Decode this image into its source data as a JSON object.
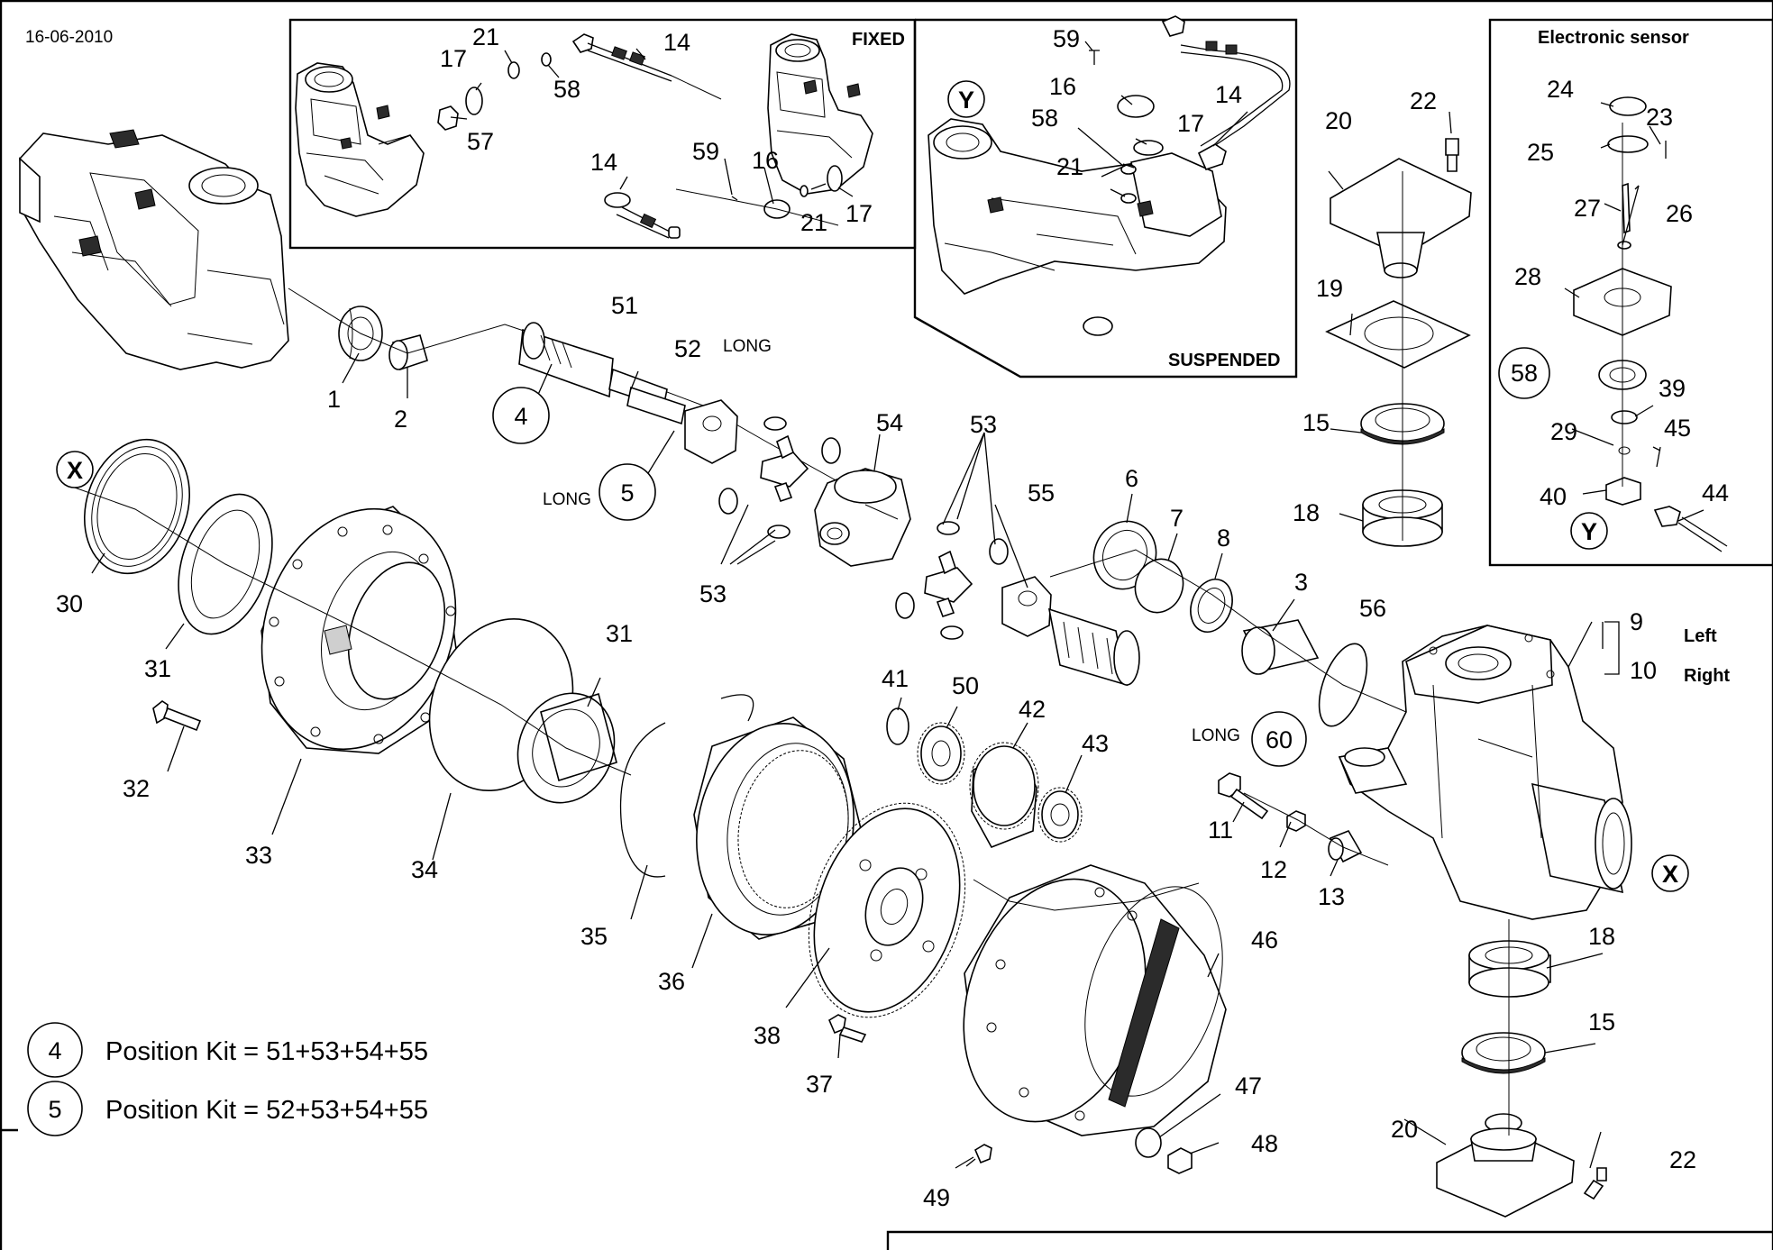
{
  "date": "16-06-2010",
  "boxes": {
    "fixed": "FIXED",
    "suspended": "SUSPENDED",
    "electronic_sensor": "Electronic sensor"
  },
  "markers": {
    "x": "X",
    "y": "Y"
  },
  "side_labels": {
    "left": "Left",
    "right": "Right"
  },
  "variant_tag": "LONG",
  "callouts": [
    "1",
    "2",
    "3",
    "4",
    "5",
    "6",
    "7",
    "8",
    "9",
    "10",
    "11",
    "12",
    "13",
    "14",
    "15",
    "16",
    "17",
    "18",
    "19",
    "20",
    "21",
    "22",
    "23",
    "24",
    "25",
    "26",
    "27",
    "28",
    "29",
    "30",
    "31",
    "32",
    "33",
    "34",
    "35",
    "36",
    "37",
    "38",
    "39",
    "40",
    "41",
    "42",
    "43",
    "44",
    "45",
    "46",
    "47",
    "48",
    "49",
    "50",
    "51",
    "52",
    "53",
    "54",
    "55",
    "56",
    "57",
    "58",
    "59",
    "60"
  ],
  "legend": [
    {
      "circle": "4",
      "text": "Position Kit = 51+53+54+55"
    },
    {
      "circle": "5",
      "text": "Position Kit = 52+53+54+55"
    }
  ]
}
